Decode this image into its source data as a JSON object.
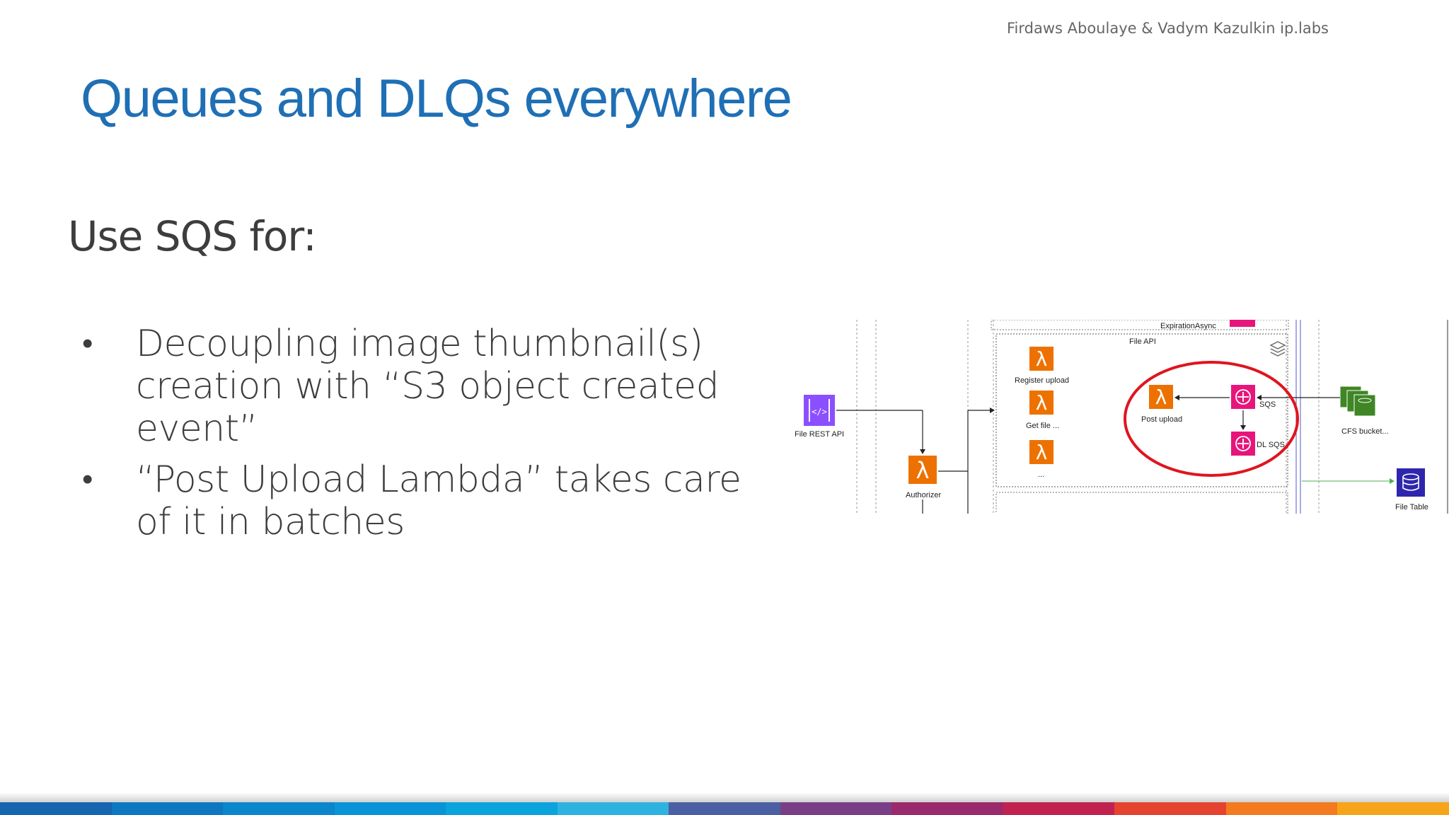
{
  "header": {
    "authors": "Firdaws Aboulaye & Vadym Kazulkin ip.labs"
  },
  "slide": {
    "title": "Queues and DLQs everywhere",
    "subtitle": "Use SQS for:",
    "bullet_symbol": "•",
    "bullets": [
      "Decoupling image thumbnail(s) creation with “S3 object created event”",
      "“Post Upload Lambda” takes care of it in batches"
    ]
  },
  "diagram": {
    "labels": {
      "expiration": "ExpirationAsync",
      "file_api": "File API",
      "register_upload": "Register upload",
      "get_file": "Get file ...",
      "ellipsis": "...",
      "post_upload": "Post upload",
      "sqs": "SQS",
      "dl_sqs": "DL SQS",
      "cfs_bucket": "CFS bucket...",
      "file_rest_api": "File REST API",
      "authorizer": "Authorizer",
      "file_table": "File Table"
    },
    "colors": {
      "lambda": "#ed7100",
      "sqs": "#e7157b",
      "api_gateway": "#8c4fff",
      "s3": "#3f8624",
      "dynamodb": "#2e27ad",
      "highlight": "#e0141e"
    },
    "icons": {
      "lambda": "lambda-icon",
      "sqs": "sqs-queue-icon",
      "api_gateway": "api-gateway-icon",
      "s3": "s3-bucket-icon",
      "dynamodb": "dynamodb-table-icon",
      "layers": "layers-icon"
    }
  },
  "footer": {
    "bar_colors": [
      "#1565b0",
      "#0d77c2",
      "#0a86cc",
      "#0894d6",
      "#0aa3dc",
      "#2eb3e0",
      "#4c5fa3",
      "#7a3e87",
      "#9a2a6c",
      "#c2224f",
      "#e5432f",
      "#f37a1f",
      "#f6a51a"
    ]
  }
}
